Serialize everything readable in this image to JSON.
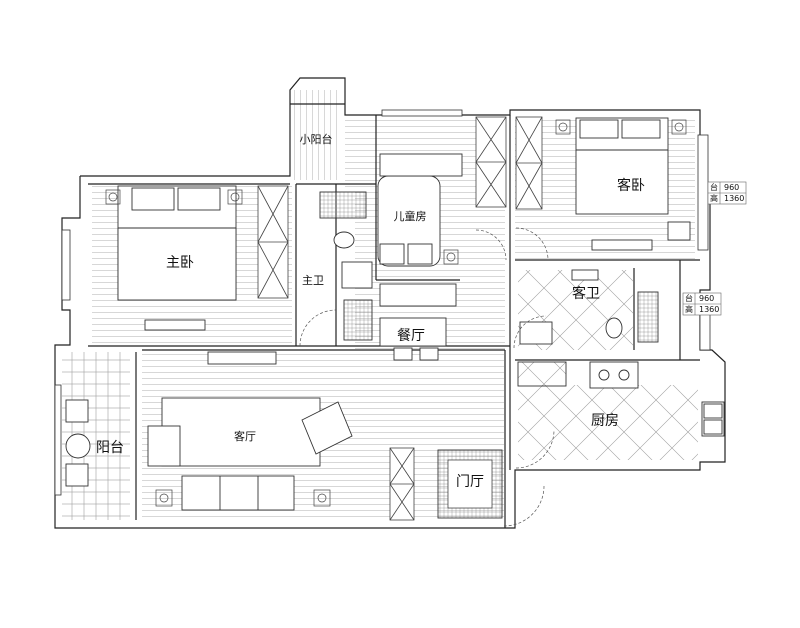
{
  "rooms": {
    "small_balcony": "小阳台",
    "kids_room": "儿童房",
    "guest_bedroom": "客卧",
    "master_bedroom": "主卧",
    "master_bath": "主卫",
    "guest_bath": "客卫",
    "dining": "餐厅",
    "living": "客厅",
    "balcony": "阳台",
    "kitchen": "厨房",
    "foyer": "门厅"
  },
  "window_notes": [
    {
      "sill_label": "台",
      "sill_value": "960",
      "height_label": "高",
      "height_value": "1360"
    },
    {
      "sill_label": "台",
      "sill_value": "960",
      "height_label": "高",
      "height_value": "1360"
    }
  ]
}
